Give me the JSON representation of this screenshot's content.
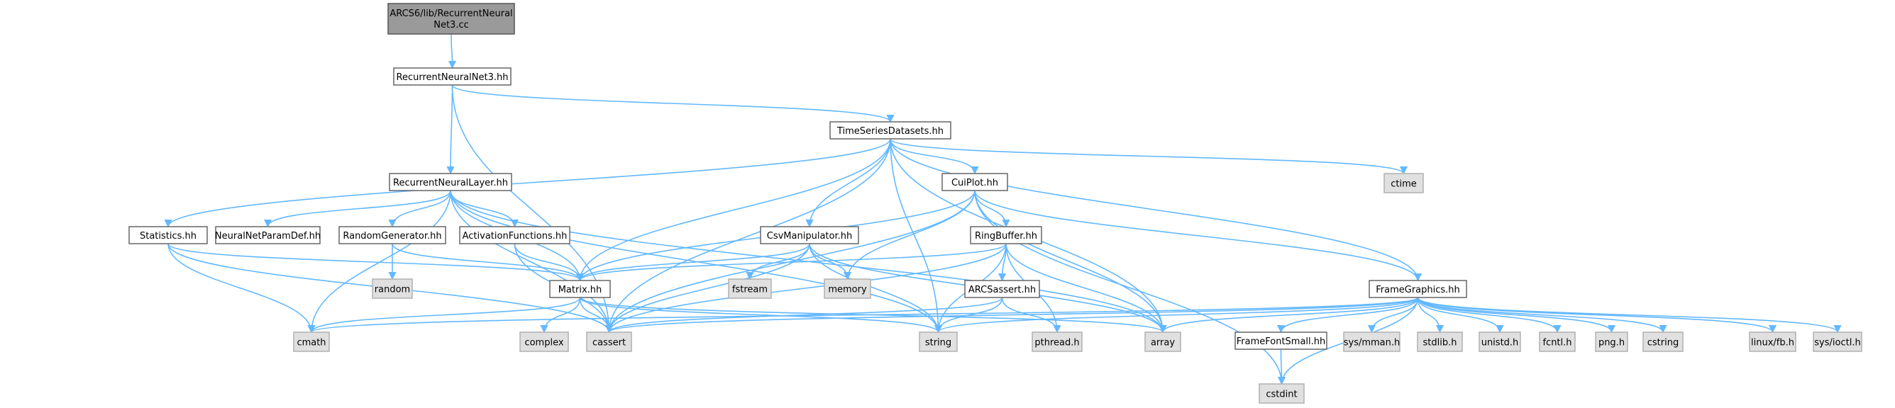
{
  "diagram": {
    "root": [
      "ARCS6/lib/RecurrentNeural",
      "Net3.cc"
    ],
    "nodes": {
      "rnn3": "RecurrentNeuralNet3.hh",
      "tsd": "TimeSeriesDatasets.hh",
      "ctime": "ctime",
      "rnl": "RecurrentNeuralLayer.hh",
      "cuiplot": "CuiPlot.hh",
      "stats": "Statistics.hh",
      "nnparam": "NeuralNetParamDef.hh",
      "randgen": "RandomGenerator.hh",
      "actfn": "ActivationFunctions.hh",
      "csv": "CsvManipulator.hh",
      "ringbuf": "RingBuffer.hh",
      "framegfx": "FrameGraphics.hh",
      "random": "random",
      "matrix": "Matrix.hh",
      "fstream": "fstream",
      "memory": "memory",
      "arcsassert": "ARCSassert.hh",
      "cmath": "cmath",
      "complex": "complex",
      "cassert": "cassert",
      "string": "string",
      "pthread": "pthread.h",
      "array": "array",
      "fontsmall": "FrameFontSmall.hh",
      "mman": "sys/mman.h",
      "stdlib": "stdlib.h",
      "unistd": "unistd.h",
      "fcntl": "fcntl.h",
      "png": "png.h",
      "cstring": "cstring",
      "linuxfb": "linux/fb.h",
      "ioctl": "sys/ioctl.h",
      "cstdint": "cstdint"
    },
    "edges": [
      [
        "root",
        "rnn3"
      ],
      [
        "rnn3",
        "tsd"
      ],
      [
        "rnn3",
        "rnl"
      ],
      [
        "rnn3",
        "cassert"
      ],
      [
        "tsd",
        "ctime"
      ],
      [
        "tsd",
        "cuiplot"
      ],
      [
        "tsd",
        "stats"
      ],
      [
        "tsd",
        "csv"
      ],
      [
        "tsd",
        "matrix"
      ],
      [
        "tsd",
        "string"
      ],
      [
        "tsd",
        "array"
      ],
      [
        "tsd",
        "framegfx"
      ],
      [
        "tsd",
        "cassert"
      ],
      [
        "rnl",
        "nnparam"
      ],
      [
        "rnl",
        "randgen"
      ],
      [
        "rnl",
        "actfn"
      ],
      [
        "rnl",
        "matrix"
      ],
      [
        "rnl",
        "cmath"
      ],
      [
        "rnl",
        "cassert"
      ],
      [
        "rnl",
        "string"
      ],
      [
        "rnl",
        "array"
      ],
      [
        "cuiplot",
        "ringbuf"
      ],
      [
        "cuiplot",
        "framegfx"
      ],
      [
        "cuiplot",
        "matrix"
      ],
      [
        "cuiplot",
        "memory"
      ],
      [
        "cuiplot",
        "cassert"
      ],
      [
        "cuiplot",
        "array"
      ],
      [
        "cuiplot",
        "cstdint"
      ],
      [
        "stats",
        "matrix"
      ],
      [
        "stats",
        "cmath"
      ],
      [
        "stats",
        "cassert"
      ],
      [
        "randgen",
        "random"
      ],
      [
        "randgen",
        "matrix"
      ],
      [
        "actfn",
        "matrix"
      ],
      [
        "actfn",
        "cassert"
      ],
      [
        "csv",
        "fstream"
      ],
      [
        "csv",
        "memory"
      ],
      [
        "csv",
        "matrix"
      ],
      [
        "csv",
        "cassert"
      ],
      [
        "csv",
        "string"
      ],
      [
        "csv",
        "array"
      ],
      [
        "ringbuf",
        "arcsassert"
      ],
      [
        "ringbuf",
        "matrix"
      ],
      [
        "ringbuf",
        "cassert"
      ],
      [
        "ringbuf",
        "string"
      ],
      [
        "ringbuf",
        "array"
      ],
      [
        "ringbuf",
        "pthread"
      ],
      [
        "arcsassert",
        "cassert"
      ],
      [
        "arcsassert",
        "string"
      ],
      [
        "arcsassert",
        "pthread"
      ],
      [
        "matrix",
        "cmath"
      ],
      [
        "matrix",
        "complex"
      ],
      [
        "matrix",
        "cassert"
      ],
      [
        "matrix",
        "string"
      ],
      [
        "matrix",
        "array"
      ],
      [
        "framegfx",
        "fontsmall"
      ],
      [
        "framegfx",
        "mman"
      ],
      [
        "framegfx",
        "stdlib"
      ],
      [
        "framegfx",
        "unistd"
      ],
      [
        "framegfx",
        "fcntl"
      ],
      [
        "framegfx",
        "png"
      ],
      [
        "framegfx",
        "cstring"
      ],
      [
        "framegfx",
        "linuxfb"
      ],
      [
        "framegfx",
        "ioctl"
      ],
      [
        "framegfx",
        "cstdint"
      ],
      [
        "framegfx",
        "array"
      ],
      [
        "framegfx",
        "string"
      ],
      [
        "framegfx",
        "cmath"
      ],
      [
        "framegfx",
        "cassert"
      ],
      [
        "fontsmall",
        "cstdint"
      ]
    ]
  }
}
